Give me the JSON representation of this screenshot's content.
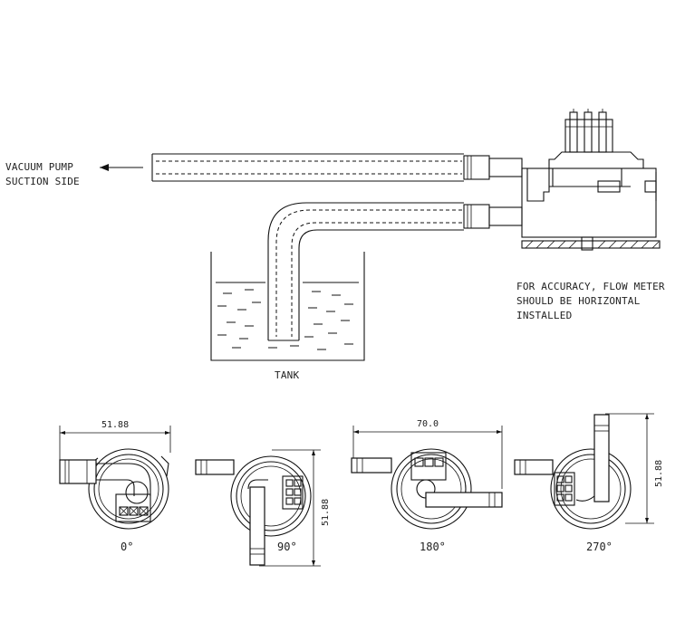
{
  "top_diagram": {
    "pump_label_line1": "VACUUM PUMP",
    "pump_label_line2": "SUCTION SIDE",
    "tank_label": "TANK",
    "note_line1": "FOR ACCURACY, FLOW METER",
    "note_line2": "SHOULD BE HORIZONTAL",
    "note_line3": "INSTALLED"
  },
  "views": [
    {
      "angle": "0°",
      "dimension": "51.88"
    },
    {
      "angle": "90°",
      "dimension": "51.88"
    },
    {
      "angle": "180°",
      "dimension": "70.0"
    },
    {
      "angle": "270°",
      "dimension": "51.88"
    }
  ]
}
